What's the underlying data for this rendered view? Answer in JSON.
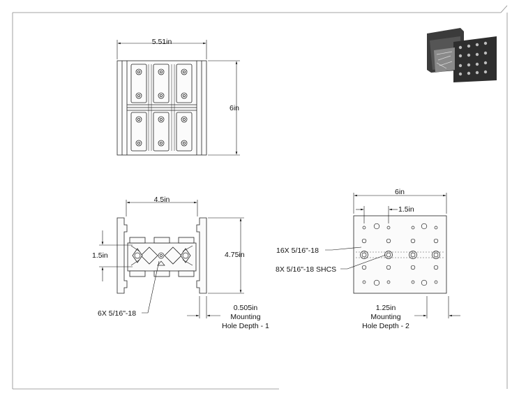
{
  "drawing": {
    "top_view": {
      "width_label": "5.51in",
      "height_label": "6in"
    },
    "front_view": {
      "width_label": "4.5in",
      "height_label": "4.75in",
      "spacing_label": "1.5in",
      "tap_callout": "6X 5/16\"-18",
      "depth_value": "0.505in",
      "depth_caption": "Mounting",
      "depth_caption_2": "Hole Depth - 1"
    },
    "side_view": {
      "width_label": "6in",
      "spacing_label": "1.5in",
      "tap_callout": "16X 5/16\"-18",
      "shcs_callout": "8X 5/16\"-18 SHCS",
      "depth_value": "1.25in",
      "depth_caption": "Mounting",
      "depth_caption_2": "Hole Depth - 2"
    }
  }
}
